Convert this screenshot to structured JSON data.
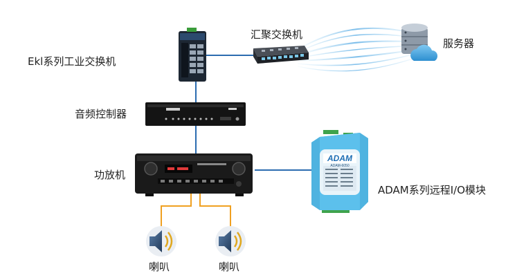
{
  "labels": {
    "ekl_switch": "Ekl系列工业交换机",
    "aggregation_switch": "汇聚交换机",
    "server": "服务器",
    "audio_controller": "音频控制器",
    "amplifier": "功放机",
    "adam_module": "ADAM系列远程I/O模块",
    "speaker_left": "喇叭",
    "speaker_right": "喇叭"
  },
  "device_text": {
    "adam_brand": "ADAM",
    "adam_model": "ADAM-6050"
  },
  "colors": {
    "link_line": "#2b6cb0",
    "speaker_wire": "#f0a020",
    "data_stream": "#6fb7e8",
    "adam_body": "#4fb3e0",
    "device_dark": "#1e1e1e",
    "speaker_icon": "#2f4f73"
  }
}
